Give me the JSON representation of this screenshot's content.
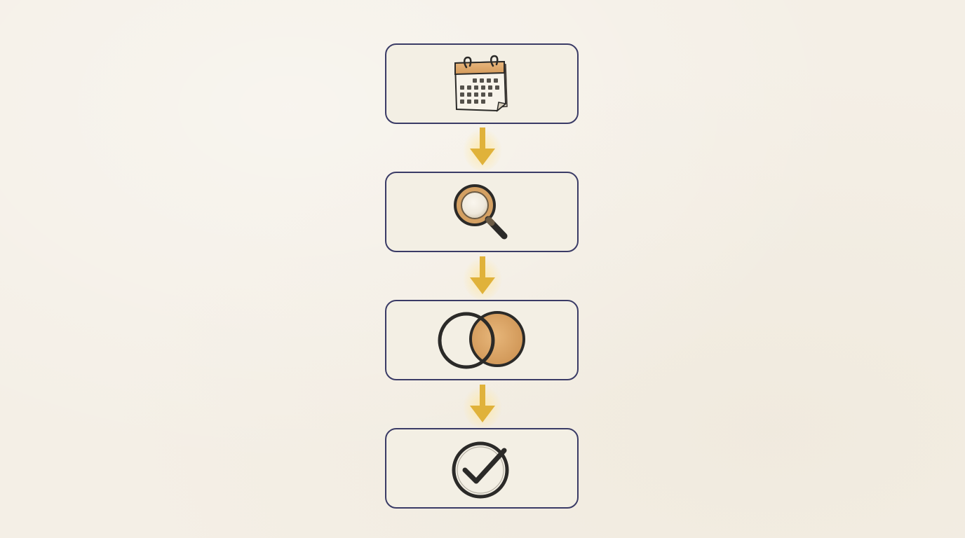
{
  "diagram": {
    "type": "vertical-flow",
    "steps": [
      {
        "icon": "calendar-icon"
      },
      {
        "icon": "magnifying-glass-icon"
      },
      {
        "icon": "overlapping-circles-icon"
      },
      {
        "icon": "checkmark-circle-icon"
      }
    ],
    "connectors": [
      {
        "from": 0,
        "to": 1,
        "style": "glowing-arrow"
      },
      {
        "from": 1,
        "to": 2,
        "style": "glowing-arrow"
      },
      {
        "from": 2,
        "to": 3,
        "style": "glowing-arrow"
      }
    ]
  },
  "colors": {
    "background": "#f4efe6",
    "box_fill": "#f3efe4",
    "box_border": "#3a3b66",
    "accent": "#d4a062",
    "arrow": "#e0b23a",
    "ink": "#2b2a28"
  }
}
